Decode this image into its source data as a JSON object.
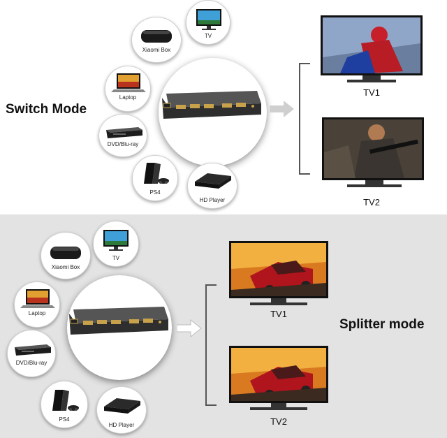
{
  "switch_mode": {
    "title": "Switch Mode",
    "devices": {
      "xiaomi_box": "Xiaomi Box",
      "tv": "TV",
      "laptop": "Laptop",
      "dvd": "DVD/Blu-ray",
      "ps4": "PS4",
      "hd_player": "HD Player"
    },
    "outputs": [
      "TV1",
      "TV2"
    ]
  },
  "splitter_mode": {
    "title": "Splitter mode",
    "devices": {
      "xiaomi_box": "Xiaomi Box",
      "tv": "TV",
      "laptop": "Laptop",
      "dvd": "DVD/Blu-ray",
      "ps4": "PS4",
      "hd_player": "HD Player"
    },
    "outputs": [
      "TV1",
      "TV2"
    ]
  },
  "colors": {
    "bottom_panel": "#e3e3e3",
    "arrow": "#cfcfcf",
    "switch_body": "#3a3a3a",
    "port": "#c8a24a"
  },
  "icons": [
    "xiaomi-box-icon",
    "tv-icon",
    "laptop-icon",
    "dvd-player-icon",
    "ps4-console-icon",
    "hd-player-icon",
    "hdmi-switch-icon",
    "right-arrow-icon"
  ]
}
